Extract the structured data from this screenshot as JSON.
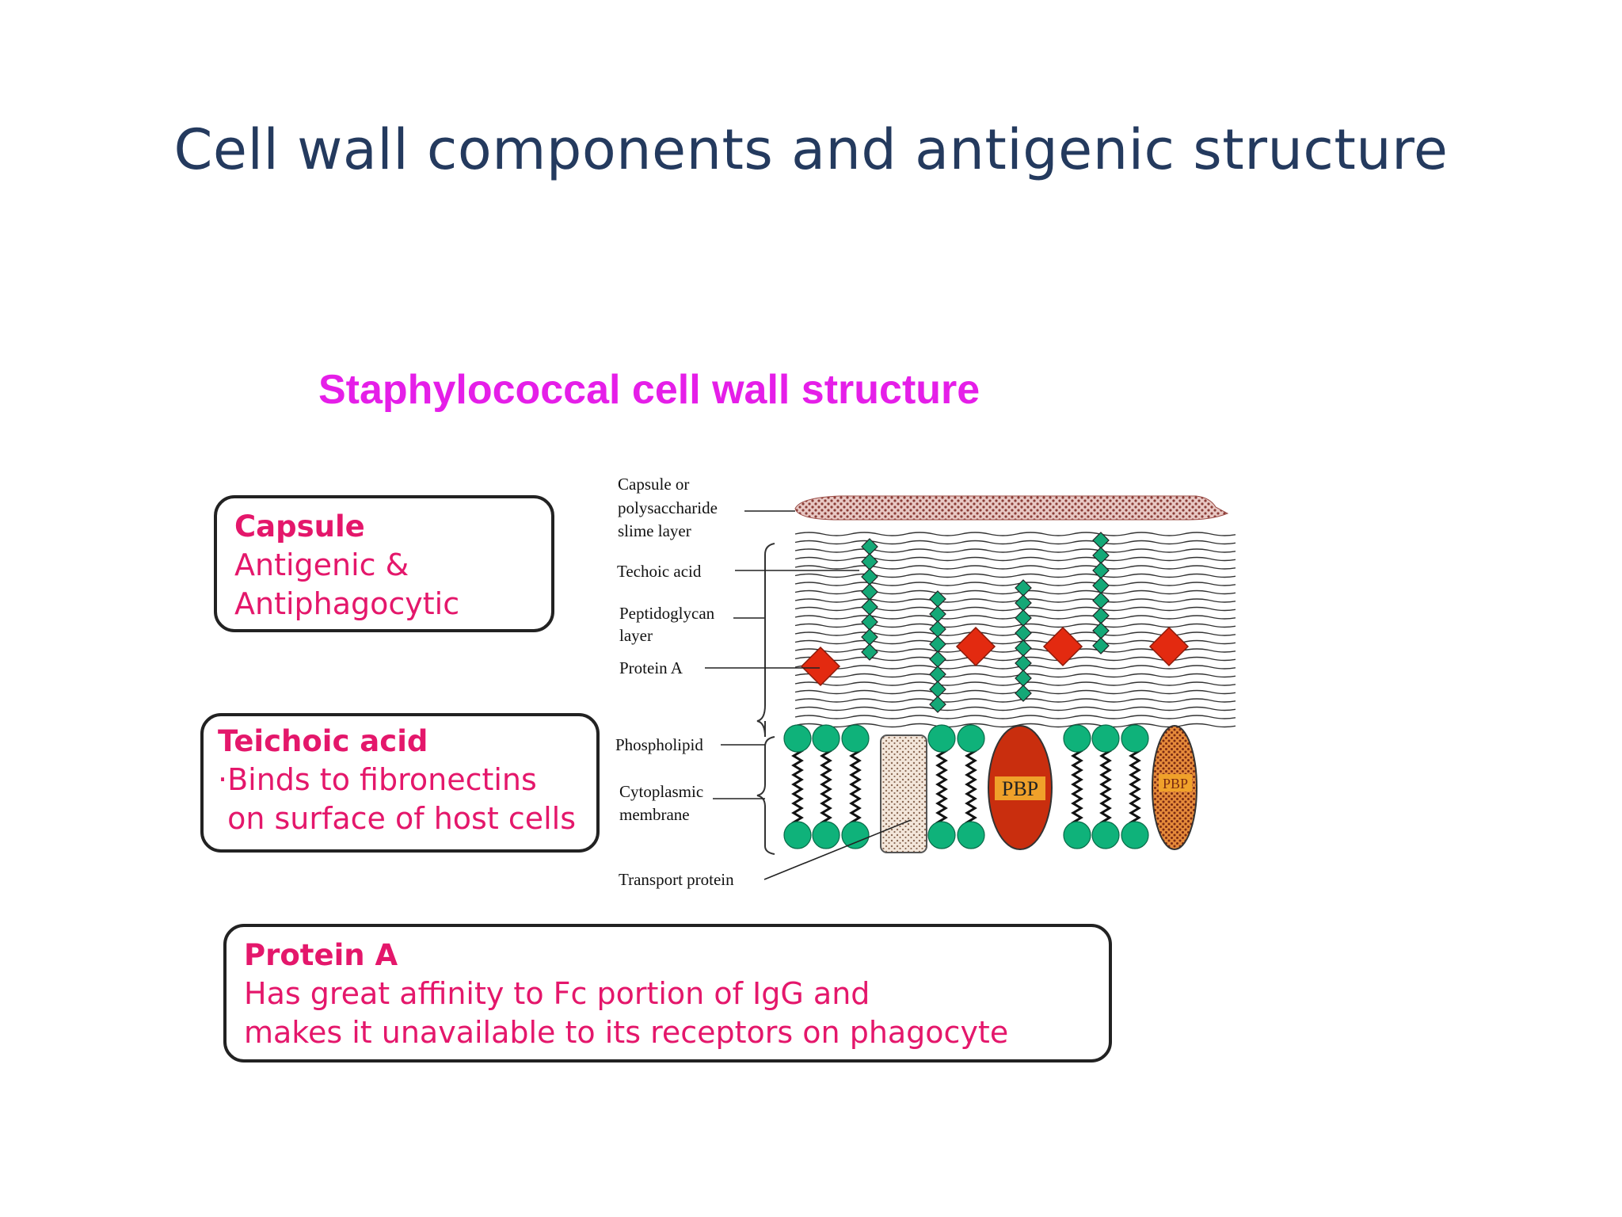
{
  "slide": {
    "title": "Cell wall components and antigenic structure"
  },
  "figure": {
    "title": "Staphylococcal cell wall structure",
    "labels": {
      "capsule_line1": "Capsule  or",
      "capsule_line2": "polysaccharide",
      "capsule_line3": "slime layer",
      "teichoic": "Techoic acid",
      "peptido_line1": "Peptidoglycan",
      "peptido_line2": "layer",
      "protein_a": "Protein A",
      "phospholipid": "Phospholipid",
      "cyto_line1": "Cytoplasmic",
      "cyto_line2": "membrane",
      "transport": "Transport protein",
      "pbp1": "PBP",
      "pbp2": "PBP"
    },
    "colors": {
      "phospholipid_head": "#0fb27a",
      "teichoic_bead": "#14a877",
      "protein_a": "#e32a10",
      "pbp": "#c92e0e",
      "capsule": "#a05a54"
    }
  },
  "callouts": {
    "capsule": {
      "heading": "Capsule",
      "line1": "Antigenic &",
      "line2": "Antiphagocytic"
    },
    "teichoic": {
      "heading": "Teichoic acid",
      "line1": "·Binds to fibronectins",
      "line2": " on surface of host cells"
    },
    "protein_a": {
      "heading": "Protein A",
      "line1": "Has great affinity to Fc portion of IgG and",
      "line2": "makes it unavailable to its receptors on phagocyte"
    }
  }
}
